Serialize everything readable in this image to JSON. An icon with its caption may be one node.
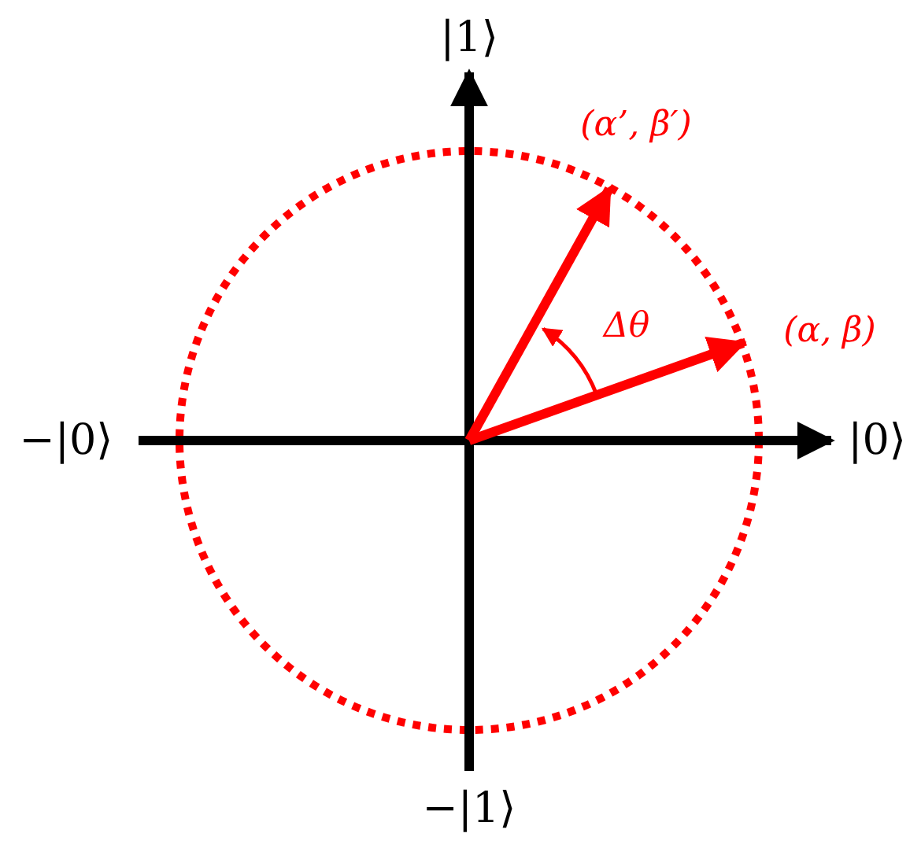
{
  "diagram": {
    "labels": [
      "|1⟩",
      "(α’, β′)",
      "Δθ",
      "(α, β)",
      "−|0⟩",
      "|0⟩",
      "−|1⟩"
    ]
  }
}
